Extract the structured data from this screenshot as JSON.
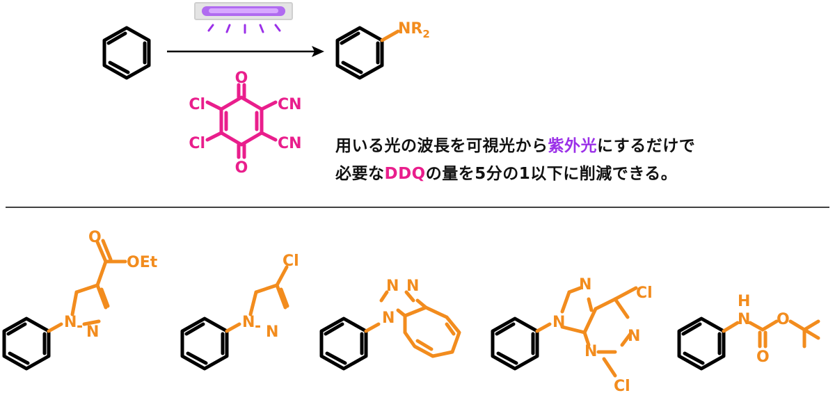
{
  "caption": {
    "line1_before": "用いる光の波長を可視光から",
    "line1_highlight": "紫外光",
    "line1_after": "にするだけで",
    "line2_before": "必要な",
    "line2_highlight": "DDQ",
    "line2_after": "の量を5分の1以下に削減できる。"
  },
  "reaction": {
    "product_group": "NR",
    "product_subscript": "2",
    "reagent_atoms": {
      "cl": "Cl",
      "cn": "CN",
      "o": "O"
    }
  },
  "examples": {
    "ester_o": "O",
    "ester_oet": "OEt",
    "pyrazole_n1": "N",
    "pyrazole_n2": "N",
    "cl": "Cl",
    "triazole_n": "N",
    "purine_n": "N",
    "nh": "H",
    "n": "N",
    "o": "O"
  },
  "colors": {
    "orange": "#F28C1E",
    "magenta": "#E91E8C",
    "purple": "#9B30E8",
    "black": "#000000"
  },
  "icons": [
    "uv-lamp-icon",
    "reaction-arrow-icon"
  ]
}
